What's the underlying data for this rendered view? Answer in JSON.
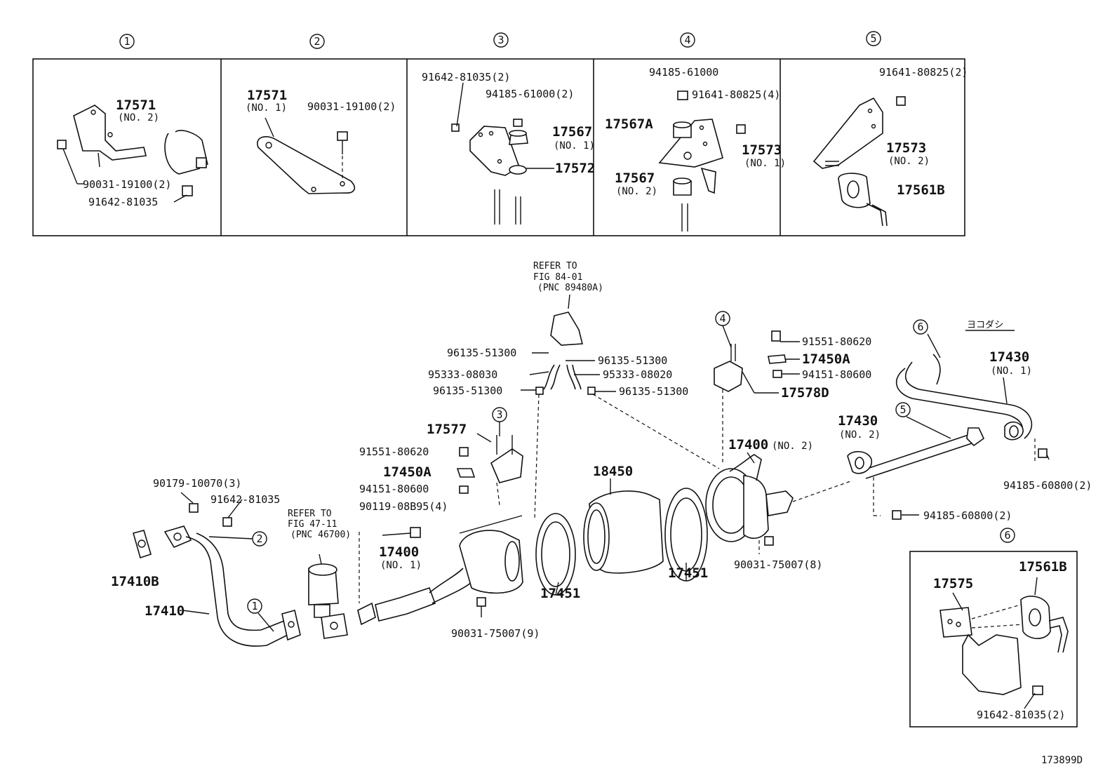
{
  "detail_numbers": [
    "1",
    "2",
    "3",
    "4",
    "5",
    "6"
  ],
  "detail1": {
    "pn1": "17571",
    "pn1_sub": "(NO. 2)",
    "bolt": "90031-19100(2)",
    "nut": "91642-81035"
  },
  "detail2": {
    "pn1": "17571",
    "pn1_sub": "(NO. 1)",
    "bolt": "90031-19100(2)"
  },
  "detail3": {
    "nut1": "91642-81035(2)",
    "nut2": "94185-61000(2)",
    "cushion": "17567",
    "cushion_sub": "(NO. 1)",
    "bracket": "17572"
  },
  "detail4": {
    "nut": "94185-61000",
    "bolt": "91641-80825(4)",
    "cushion_a": "17567A",
    "bracket": "17573",
    "bracket_sub": "(NO. 1)",
    "cushion2": "17567",
    "cushion2_sub": "(NO. 2)"
  },
  "detail5": {
    "bolt": "91641-80825(2)",
    "bracket": "17573",
    "bracket_sub": "(NO. 2)",
    "support": "17561B"
  },
  "detail6": {
    "support": "17561B",
    "bracket": "17575",
    "nut": "91642-81035(2)"
  },
  "main": {
    "refer1": [
      "REFER TO",
      "FIG 84-01",
      "(PNC 89480A)"
    ],
    "refer2": [
      "REFER TO",
      "FIG 47-11",
      "(PNC 46700)"
    ],
    "clip1": "96135-51300",
    "clip2": "96135-51300",
    "clip3": "96135-51300",
    "clip4": "96135-51300",
    "hose1": "95333-08030",
    "hose2": "95333-08020",
    "p17577": "17577",
    "bolt_a": "91551-80620",
    "p17450a_left": "17450A",
    "nut_a": "94151-80600",
    "stud": "90179-10070(3)",
    "nut91642": "91642-81035",
    "bolt90119": "90119-08B95(4)",
    "p17400_1": "17400",
    "p17400_1_sub": "(NO. 1)",
    "p17410b": "17410B",
    "p17410": "17410",
    "p18450": "18450",
    "p17451_left": "17451",
    "p17451_right": "17451",
    "nut9": "90031-75007(9)",
    "nut8": "90031-75007(8)",
    "p17400_2": "17400",
    "p17400_2_sub": "(NO. 2)",
    "bolt_b": "91551-80620",
    "p17450a_right": "17450A",
    "nut_b": "94151-80600",
    "p17578d": "17578D",
    "yokodashi": "ヨコダシ",
    "p17430_1": "17430",
    "p17430_1_sub": "(NO. 1)",
    "p17430_2": "17430",
    "p17430_2_sub": "(NO. 2)",
    "nut94185_1": "94185-60800(2)",
    "nut94185_2": "94185-60800(2)"
  },
  "figure_id": "173899D"
}
